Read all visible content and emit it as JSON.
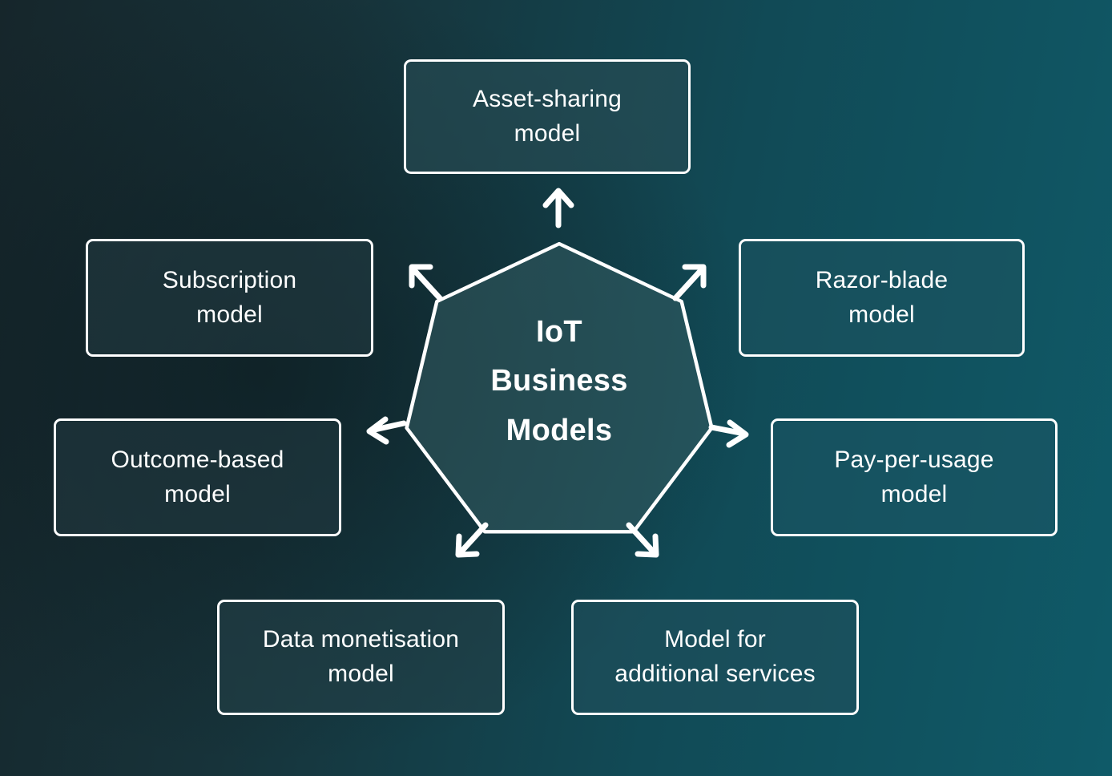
{
  "diagram": {
    "title": "IoT Business Models",
    "center": {
      "shape": "heptagon",
      "lines": [
        "IoT",
        "Business",
        "Models"
      ],
      "text": "IoT Business Models"
    },
    "colors": {
      "background_dark": "#16262b",
      "background_teal": "#0f5a68",
      "stroke": "#ffffff",
      "text": "#ffffff",
      "node_fill": "rgba(41,77,85,0.6)"
    },
    "nodes": [
      {
        "id": "asset-sharing",
        "label": "Asset-sharing\nmodel",
        "position": "top",
        "arrow": "up"
      },
      {
        "id": "razor-blade",
        "label": "Razor-blade\nmodel",
        "position": "upper-right",
        "arrow": "up-right"
      },
      {
        "id": "pay-per-usage",
        "label": "Pay-per-usage\nmodel",
        "position": "right",
        "arrow": "right"
      },
      {
        "id": "additional-services",
        "label": "Model for\nadditional services",
        "position": "lower-right",
        "arrow": "down-right"
      },
      {
        "id": "data-monetisation",
        "label": "Data monetisation\nmodel",
        "position": "lower-left",
        "arrow": "down-left"
      },
      {
        "id": "outcome-based",
        "label": "Outcome-based\nmodel",
        "position": "left",
        "arrow": "left"
      },
      {
        "id": "subscription",
        "label": "Subscription\nmodel",
        "position": "upper-left",
        "arrow": "up-left"
      }
    ]
  }
}
